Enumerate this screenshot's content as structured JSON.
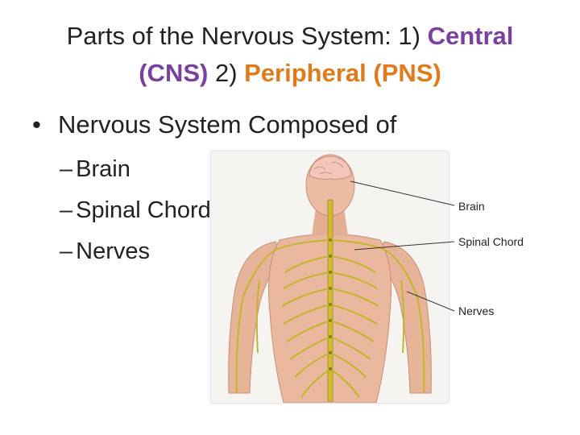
{
  "slide": {
    "title": {
      "prefix": "Parts of the Nervous System: 1) ",
      "central": "Central",
      "cns": "(CNS)",
      "mid": " 2) ",
      "peripheral": "Peripheral (PNS)"
    },
    "bullet": "Nervous System Composed of",
    "subitems": [
      "Brain",
      "Spinal Chord",
      "Nerves"
    ]
  },
  "figure": {
    "labels": {
      "brain": "Brain",
      "spinal": "Spinal Chord",
      "nerves": "Nerves"
    }
  },
  "colors": {
    "central": "#7a3fa0",
    "peripheral": "#e07a1a",
    "nerve": "#c2b52a",
    "skin": "#e7b49a"
  }
}
